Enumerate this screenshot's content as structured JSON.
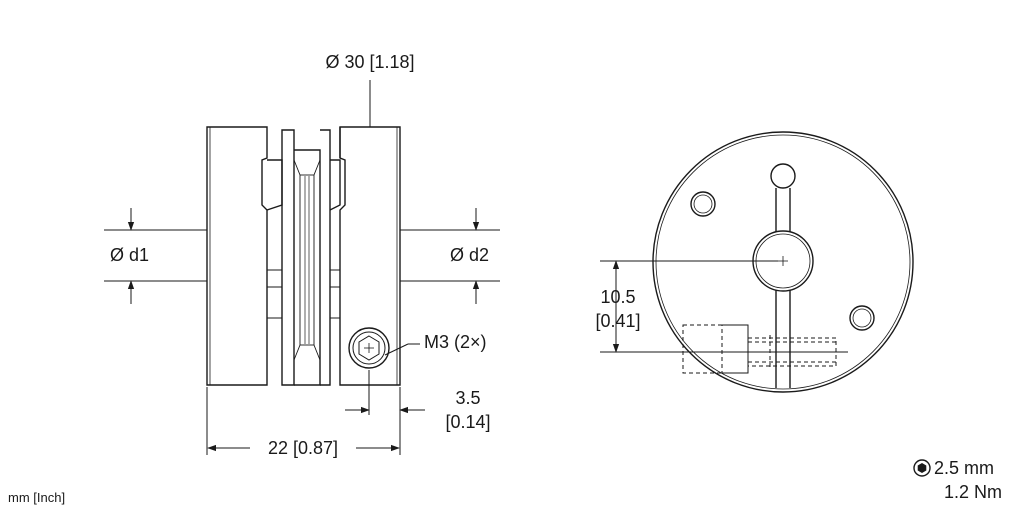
{
  "dimensions": {
    "outer_diameter": "Ø 30 [1.18]",
    "bore_left": "Ø d1",
    "bore_right": "Ø d2",
    "screw": "M3 (2×)",
    "screw_offset_mm": "3.5",
    "screw_offset_in": "[0.14]",
    "length": "22 [0.87]",
    "height_mm": "10.5",
    "height_in": "[0.41]"
  },
  "units_note": "mm [Inch]",
  "torque": {
    "wrench_size": "2.5 mm",
    "torque_value": "1.2 Nm"
  }
}
